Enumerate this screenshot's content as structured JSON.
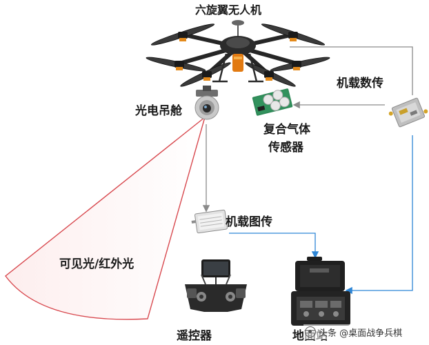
{
  "diagram": {
    "title": "六旋翼无人机",
    "labels": {
      "gimbal": "光电吊舱",
      "datalink": "机载数传",
      "gas_sensor_line1": "复合气体",
      "gas_sensor_line2": "传感器",
      "image_transmitter": "机载图传",
      "visible_infrared": "可见光/红外光",
      "remote_controller": "遥控器",
      "ground_station": "地面站"
    },
    "watermark": "头条 @桌面战争兵棋"
  },
  "colors": {
    "arrow_gray": "#8a8a8a",
    "arrow_blue": "#2e86d6",
    "cone_red": "#d8484e",
    "label_text": "#1a1a1a"
  },
  "icons": [
    "hexacopter-drone-icon",
    "gimbal-camera-icon",
    "datalink-module-icon",
    "gas-sensor-icon",
    "image-transmitter-icon",
    "remote-controller-icon",
    "ground-station-case-icon"
  ]
}
